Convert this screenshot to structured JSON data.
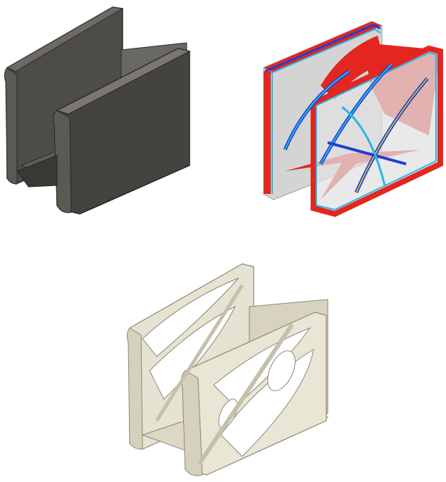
{
  "figure": {
    "panels": [
      {
        "label": "",
        "description_key": "solid-bracket",
        "colors": {
          "dark": "#3f3d39",
          "mid": "#5a5853",
          "light": "#7b7873"
        }
      },
      {
        "label": "",
        "description_key": "stress-simulation",
        "colors": {
          "hot": "#e3261f",
          "warm": "#f7d51d",
          "cool": "#27b7e8",
          "cold": "#1d3fd6",
          "ghost": "#d6d6d6"
        }
      },
      {
        "label": "",
        "description_key": "generative-design",
        "colors": {
          "body": "#e7e3d3",
          "edge": "#8a8778",
          "shadow": "#c5c0ab"
        }
      }
    ]
  }
}
